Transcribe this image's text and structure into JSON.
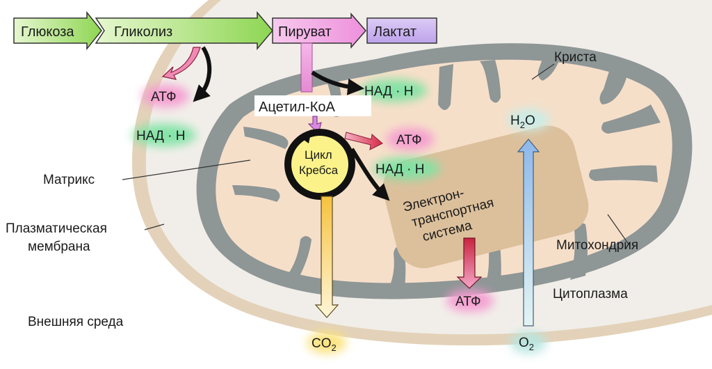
{
  "colors": {
    "cytoplasm": "#F1EEE9",
    "membrane": "#E3D2B9",
    "mito_membrane": "#8E9696",
    "matrix": "#F6DFC9",
    "ets_box": "#DCC09C",
    "krebs_fill": "#FBF38A",
    "green_arrow": "#9ADB5E",
    "pink_box": "#F2A6E2",
    "lilac_box": "#C9B3EE",
    "co2_arrow": "#F7CC55",
    "o2_arrow": "#9CC6EA",
    "atp_arrow": "#E04A62",
    "nadh_glow": "#7FE3A4",
    "atp_glow": "#F59BD0"
  },
  "header": {
    "glucose": "Глюкоза",
    "glycolysis": "Гликолиз",
    "pyruvate": "Пируват",
    "lactate": "Лактат"
  },
  "products": {
    "atp_glycolysis": "АТФ",
    "nadh_glycolysis": "НАД · Н",
    "nadh_pyruvate": "НАД · Н",
    "acetyl_coa": "Ацетил-КоА",
    "atp_krebs": "АТФ",
    "nadh_krebs": "НАД · Н",
    "atp_ets": "АТФ",
    "co2_main": "CO",
    "co2_sub": "2",
    "o2_main": "O",
    "o2_sub": "2",
    "h2o_pre": "H",
    "h2o_sub": "2",
    "h2o_post": "O"
  },
  "krebs": {
    "line1": "Цикл",
    "line2": "Кребса"
  },
  "ets": {
    "line1": "Электрон-",
    "line2": "транспортная",
    "line3": "система"
  },
  "labels": {
    "crista": "Криста",
    "matrix": "Матрикс",
    "plasma_membrane_1": "Плазматическая",
    "plasma_membrane_2": "мембрана",
    "mitochondrion": "Митохондрия",
    "cytoplasm": "Цитоплазма",
    "external_env": "Внешняя среда"
  }
}
